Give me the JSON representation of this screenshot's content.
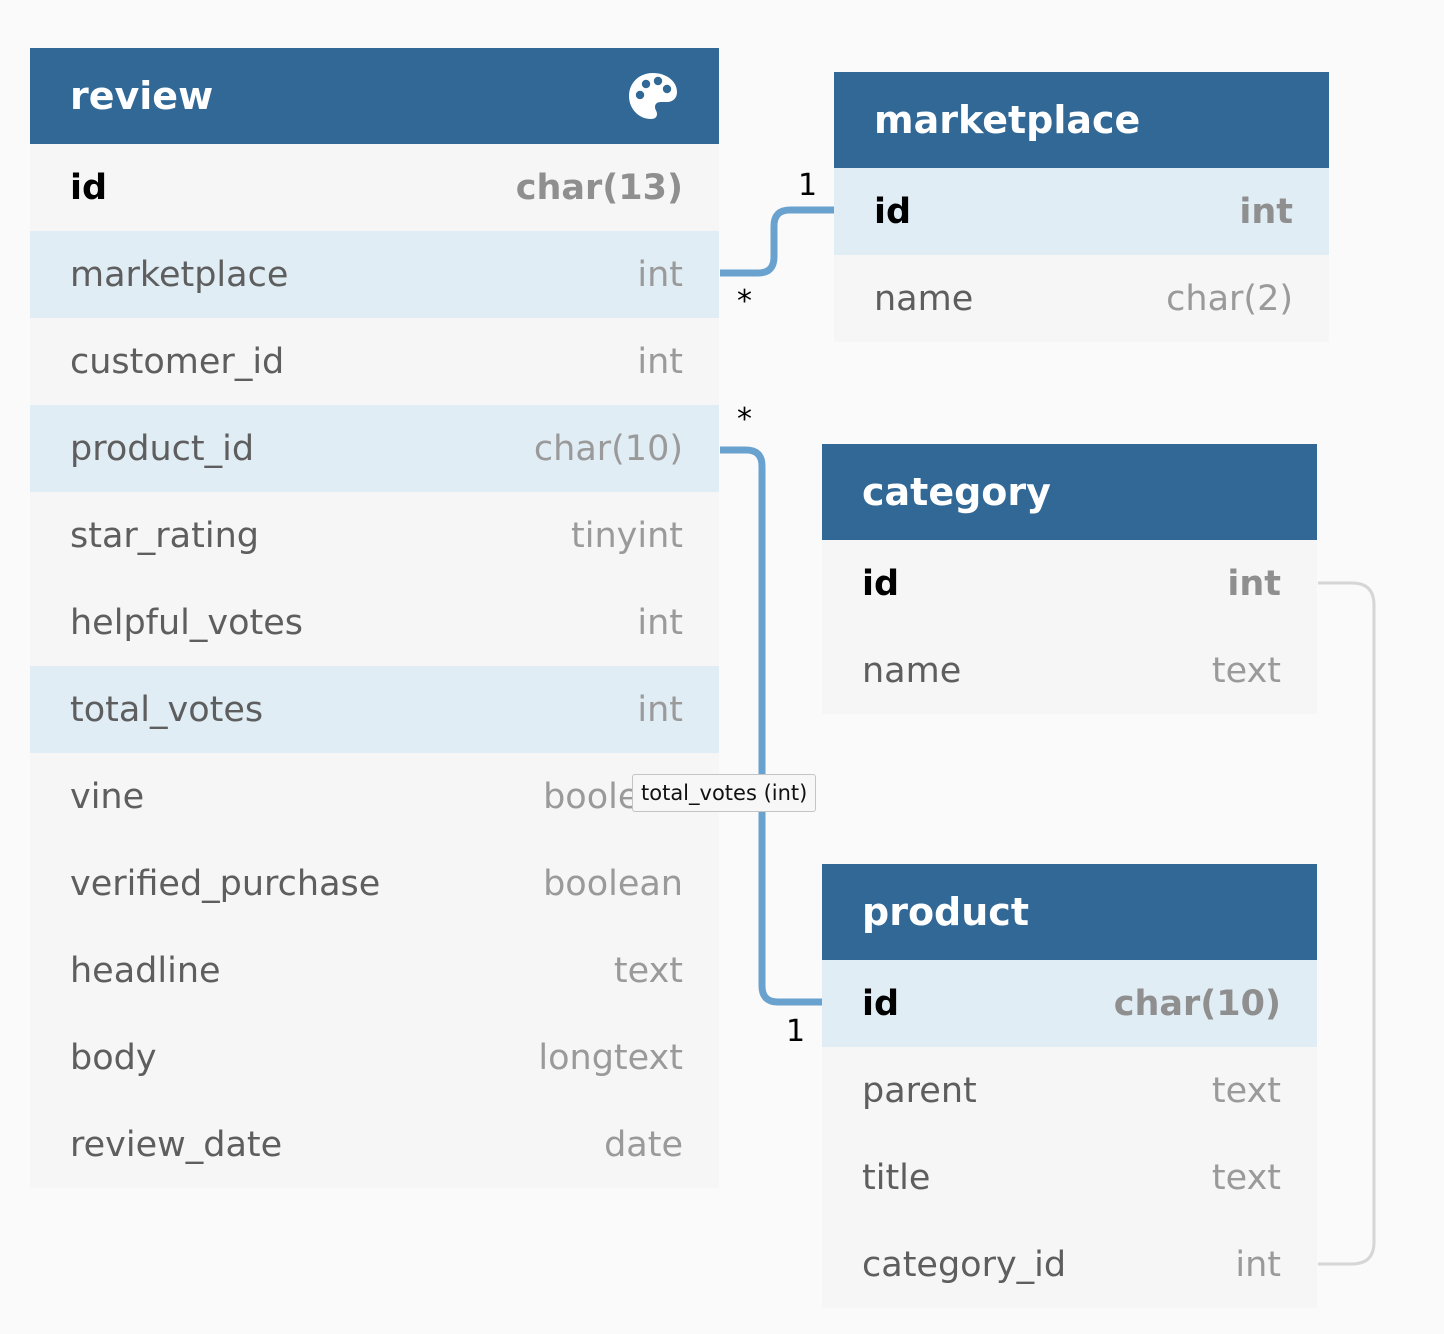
{
  "tables": {
    "review": {
      "name": "review",
      "icon": "palette-icon",
      "fields": [
        {
          "name": "id",
          "type": "char(13)",
          "pk": true
        },
        {
          "name": "marketplace",
          "type": "int"
        },
        {
          "name": "customer_id",
          "type": "int"
        },
        {
          "name": "product_id",
          "type": "char(10)"
        },
        {
          "name": "star_rating",
          "type": "tinyint"
        },
        {
          "name": "helpful_votes",
          "type": "int"
        },
        {
          "name": "total_votes",
          "type": "int"
        },
        {
          "name": "vine",
          "type": "boolean"
        },
        {
          "name": "verified_purchase",
          "type": "boolean"
        },
        {
          "name": "headline",
          "type": "text"
        },
        {
          "name": "body",
          "type": "longtext"
        },
        {
          "name": "review_date",
          "type": "date"
        }
      ]
    },
    "marketplace": {
      "name": "marketplace",
      "fields": [
        {
          "name": "id",
          "type": "int",
          "pk": true
        },
        {
          "name": "name",
          "type": "char(2)"
        }
      ]
    },
    "category": {
      "name": "category",
      "fields": [
        {
          "name": "id",
          "type": "int",
          "pk": true
        },
        {
          "name": "name",
          "type": "text"
        }
      ]
    },
    "product": {
      "name": "product",
      "fields": [
        {
          "name": "id",
          "type": "char(10)",
          "pk": true
        },
        {
          "name": "parent",
          "type": "text"
        },
        {
          "name": "title",
          "type": "text"
        },
        {
          "name": "category_id",
          "type": "int"
        }
      ]
    }
  },
  "relations": [
    {
      "from": "review.marketplace",
      "to": "marketplace.id",
      "from_card": "*",
      "to_card": "1"
    },
    {
      "from": "review.product_id",
      "to": "product.id",
      "from_card": "*",
      "to_card": "1"
    },
    {
      "from": "product.category_id",
      "to": "category.id"
    }
  ],
  "tooltip": "total_votes (int)",
  "colors": {
    "header": "#316896",
    "row_highlight": "#e0edf5",
    "row": "#f6f6f6",
    "connector_active": "#6aa2cf",
    "connector_inactive": "#d6d6d6"
  }
}
